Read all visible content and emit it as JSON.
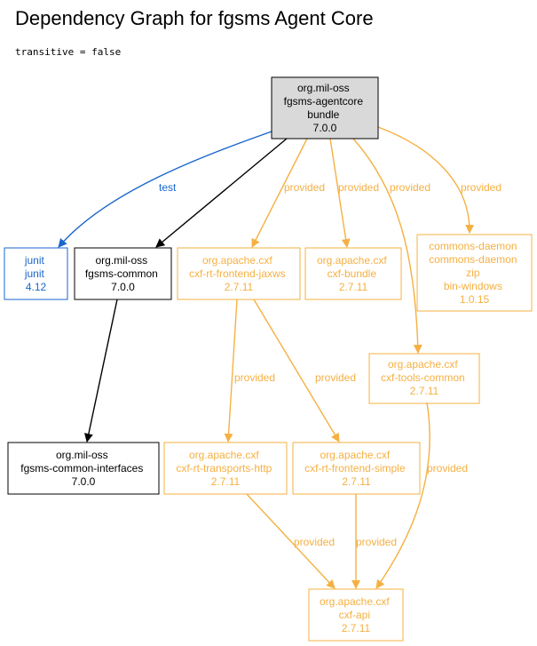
{
  "title": "Dependency Graph for fgsms Agent Core",
  "subtitle": "transitive = false",
  "colors": {
    "compile": "#000000",
    "test": "#1a66cc",
    "provided": "#f5b042",
    "root_fill": "#d9d9d9"
  },
  "nodes": {
    "root": {
      "lines": [
        "org.mil-oss",
        "fgsms-agentcore",
        "bundle",
        "7.0.0"
      ]
    },
    "junit": {
      "lines": [
        "junit",
        "junit",
        "4.12"
      ]
    },
    "common": {
      "lines": [
        "org.mil-oss",
        "fgsms-common",
        "7.0.0"
      ]
    },
    "jaxws": {
      "lines": [
        "org.apache.cxf",
        "cxf-rt-frontend-jaxws",
        "2.7.11"
      ]
    },
    "cxfbundle": {
      "lines": [
        "org.apache.cxf",
        "cxf-bundle",
        "2.7.11"
      ]
    },
    "daemon": {
      "lines": [
        "commons-daemon",
        "commons-daemon",
        "zip",
        "bin-windows",
        "1.0.15"
      ]
    },
    "tools": {
      "lines": [
        "org.apache.cxf",
        "cxf-tools-common",
        "2.7.11"
      ]
    },
    "interfaces": {
      "lines": [
        "org.mil-oss",
        "fgsms-common-interfaces",
        "7.0.0"
      ]
    },
    "http": {
      "lines": [
        "org.apache.cxf",
        "cxf-rt-transports-http",
        "2.7.11"
      ]
    },
    "simple": {
      "lines": [
        "org.apache.cxf",
        "cxf-rt-frontend-simple",
        "2.7.11"
      ]
    },
    "api": {
      "lines": [
        "org.apache.cxf",
        "cxf-api",
        "2.7.11"
      ]
    }
  },
  "edge_labels": {
    "test": "test",
    "provided": "provided"
  }
}
